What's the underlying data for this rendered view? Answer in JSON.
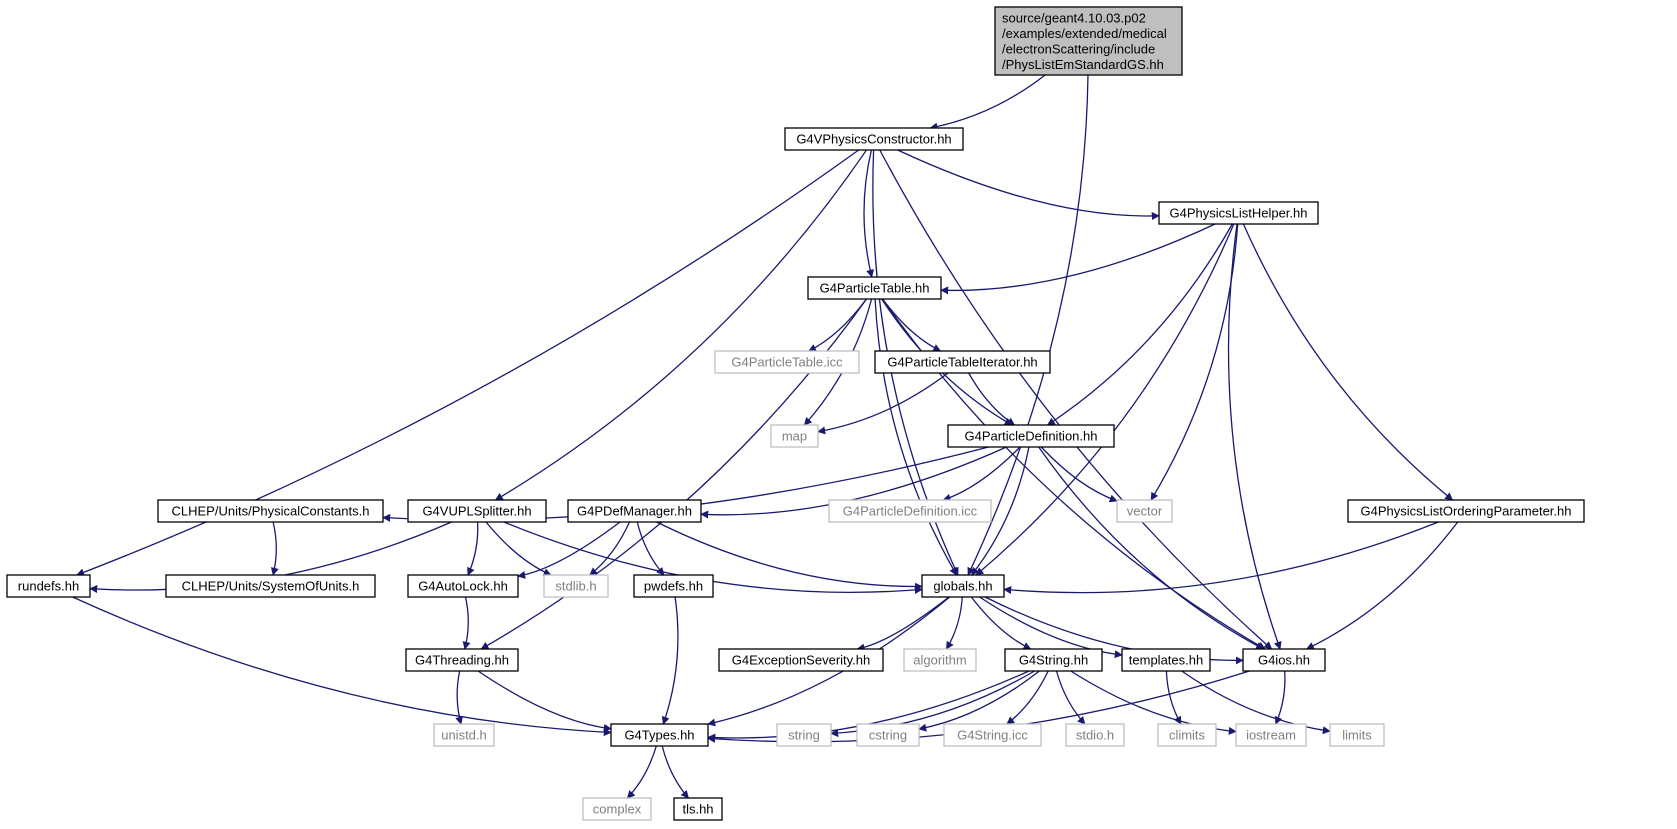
{
  "colors": {
    "edge": "#191970",
    "root_fill": "#bfbfbf",
    "documented_border": "#000000",
    "documented_fill": "#ffffff",
    "external_border": "#bfbfbf",
    "external_text": "#808080",
    "text": "#000000"
  },
  "nodes": [
    {
      "id": "root",
      "kind": "root",
      "lines": [
        "source/geant4.10.03.p02",
        "/examples/extended/medical",
        "/electronScattering/include",
        "/PhysListEmStandardGS.hh"
      ]
    },
    {
      "id": "vphys",
      "kind": "documented",
      "lines": [
        "G4VPhysicsConstructor.hh"
      ]
    },
    {
      "id": "plhelper",
      "kind": "documented",
      "lines": [
        "G4PhysicsListHelper.hh"
      ]
    },
    {
      "id": "ptable",
      "kind": "documented",
      "lines": [
        "G4ParticleTable.hh"
      ]
    },
    {
      "id": "ptableicc",
      "kind": "external",
      "lines": [
        "G4ParticleTable.icc"
      ]
    },
    {
      "id": "ptiter",
      "kind": "documented",
      "lines": [
        "G4ParticleTableIterator.hh"
      ]
    },
    {
      "id": "map",
      "kind": "external",
      "lines": [
        "map"
      ]
    },
    {
      "id": "pdef",
      "kind": "documented",
      "lines": [
        "G4ParticleDefinition.hh"
      ]
    },
    {
      "id": "clhepconst",
      "kind": "documented",
      "lines": [
        "CLHEP/Units/PhysicalConstants.h"
      ]
    },
    {
      "id": "vupl",
      "kind": "documented",
      "lines": [
        "G4VUPLSplitter.hh"
      ]
    },
    {
      "id": "pdefmgr",
      "kind": "documented",
      "lines": [
        "G4PDefManager.hh"
      ]
    },
    {
      "id": "pdefin_icc",
      "kind": "external",
      "lines": [
        "G4ParticleDefinition.icc"
      ]
    },
    {
      "id": "vector",
      "kind": "external",
      "lines": [
        "vector"
      ]
    },
    {
      "id": "ordering",
      "kind": "documented",
      "lines": [
        "G4PhysicsListOrderingParameter.hh"
      ]
    },
    {
      "id": "rundefs",
      "kind": "documented",
      "lines": [
        "rundefs.hh"
      ]
    },
    {
      "id": "clhepunits",
      "kind": "documented",
      "lines": [
        "CLHEP/Units/SystemOfUnits.h"
      ]
    },
    {
      "id": "autolock",
      "kind": "documented",
      "lines": [
        "G4AutoLock.hh"
      ]
    },
    {
      "id": "stdlib",
      "kind": "external",
      "lines": [
        "stdlib.h"
      ]
    },
    {
      "id": "pwdefs",
      "kind": "documented",
      "lines": [
        "pwdefs.hh"
      ]
    },
    {
      "id": "globals",
      "kind": "documented",
      "lines": [
        "globals.hh"
      ]
    },
    {
      "id": "threading",
      "kind": "documented",
      "lines": [
        "G4Threading.hh"
      ]
    },
    {
      "id": "excsev",
      "kind": "documented",
      "lines": [
        "G4ExceptionSeverity.hh"
      ]
    },
    {
      "id": "algorithm",
      "kind": "external",
      "lines": [
        "algorithm"
      ]
    },
    {
      "id": "g4string",
      "kind": "documented",
      "lines": [
        "G4String.hh"
      ]
    },
    {
      "id": "templates",
      "kind": "documented",
      "lines": [
        "templates.hh"
      ]
    },
    {
      "id": "g4ios",
      "kind": "documented",
      "lines": [
        "G4ios.hh"
      ]
    },
    {
      "id": "unistd",
      "kind": "external",
      "lines": [
        "unistd.h"
      ]
    },
    {
      "id": "g4types",
      "kind": "documented",
      "lines": [
        "G4Types.hh"
      ]
    },
    {
      "id": "string",
      "kind": "external",
      "lines": [
        "string"
      ]
    },
    {
      "id": "cstring",
      "kind": "external",
      "lines": [
        "cstring"
      ]
    },
    {
      "id": "g4stringicc",
      "kind": "external",
      "lines": [
        "G4String.icc"
      ]
    },
    {
      "id": "stdio",
      "kind": "external",
      "lines": [
        "stdio.h"
      ]
    },
    {
      "id": "climits",
      "kind": "external",
      "lines": [
        "climits"
      ]
    },
    {
      "id": "iostream",
      "kind": "external",
      "lines": [
        "iostream"
      ]
    },
    {
      "id": "limits",
      "kind": "external",
      "lines": [
        "limits"
      ]
    },
    {
      "id": "complex",
      "kind": "external",
      "lines": [
        "complex"
      ]
    },
    {
      "id": "tls",
      "kind": "documented",
      "lines": [
        "tls.hh"
      ]
    }
  ],
  "edges": [
    [
      "root",
      "vphys"
    ],
    [
      "root",
      "globals"
    ],
    [
      "vphys",
      "rundefs"
    ],
    [
      "vphys",
      "vupl"
    ],
    [
      "vphys",
      "globals"
    ],
    [
      "vphys",
      "ptable"
    ],
    [
      "vphys",
      "plhelper"
    ],
    [
      "vphys",
      "g4ios"
    ],
    [
      "plhelper",
      "ptable"
    ],
    [
      "plhelper",
      "pdef"
    ],
    [
      "plhelper",
      "globals"
    ],
    [
      "plhelper",
      "vector"
    ],
    [
      "plhelper",
      "ordering"
    ],
    [
      "plhelper",
      "g4ios"
    ],
    [
      "ptable",
      "threading"
    ],
    [
      "ptable",
      "map"
    ],
    [
      "ptable",
      "globals"
    ],
    [
      "ptable",
      "ptableicc"
    ],
    [
      "ptable",
      "ptiter"
    ],
    [
      "ptable",
      "pdef"
    ],
    [
      "ptable",
      "g4ios"
    ],
    [
      "ptiter",
      "map"
    ],
    [
      "ptiter",
      "pdef"
    ],
    [
      "pdef",
      "clhepconst"
    ],
    [
      "pdef",
      "pdefmgr"
    ],
    [
      "pdef",
      "pdefin_icc"
    ],
    [
      "pdef",
      "globals"
    ],
    [
      "pdef",
      "vector"
    ],
    [
      "pdef",
      "g4ios"
    ],
    [
      "clhepconst",
      "clhepunits"
    ],
    [
      "vupl",
      "rundefs"
    ],
    [
      "vupl",
      "autolock"
    ],
    [
      "vupl",
      "stdlib"
    ],
    [
      "vupl",
      "globals"
    ],
    [
      "pdefmgr",
      "autolock"
    ],
    [
      "pdefmgr",
      "stdlib"
    ],
    [
      "pdefmgr",
      "pwdefs"
    ],
    [
      "pdefmgr",
      "globals"
    ],
    [
      "ordering",
      "globals"
    ],
    [
      "ordering",
      "g4ios"
    ],
    [
      "rundefs",
      "g4types"
    ],
    [
      "autolock",
      "threading"
    ],
    [
      "pwdefs",
      "g4types"
    ],
    [
      "globals",
      "g4types"
    ],
    [
      "globals",
      "excsev"
    ],
    [
      "globals",
      "algorithm"
    ],
    [
      "globals",
      "g4string"
    ],
    [
      "globals",
      "templates"
    ],
    [
      "globals",
      "g4ios"
    ],
    [
      "threading",
      "unistd"
    ],
    [
      "threading",
      "g4types"
    ],
    [
      "g4string",
      "g4types"
    ],
    [
      "g4string",
      "string"
    ],
    [
      "g4string",
      "cstring"
    ],
    [
      "g4string",
      "g4stringicc"
    ],
    [
      "g4string",
      "stdio"
    ],
    [
      "g4string",
      "iostream"
    ],
    [
      "templates",
      "climits"
    ],
    [
      "templates",
      "limits"
    ],
    [
      "g4ios",
      "g4types"
    ],
    [
      "g4ios",
      "iostream"
    ],
    [
      "g4types",
      "complex"
    ],
    [
      "g4types",
      "tls"
    ]
  ]
}
